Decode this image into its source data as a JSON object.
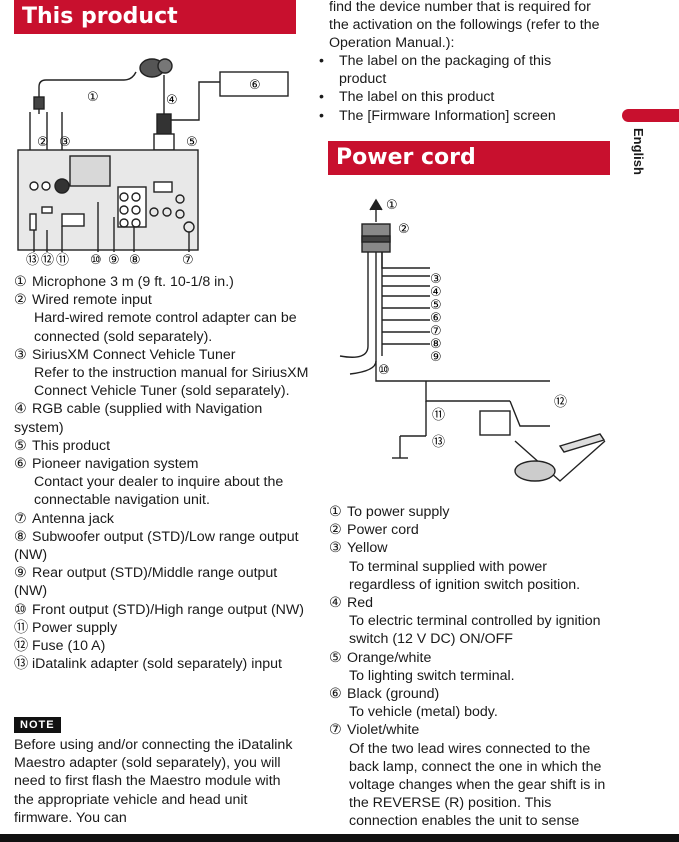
{
  "left_section": {
    "title": "This product",
    "figure_labels": [
      "①",
      "②",
      "③",
      "④",
      "⑤",
      "⑥",
      "⑦",
      "⑧",
      "⑨",
      "⑩",
      "⑪",
      "⑫",
      "⑬"
    ],
    "items": [
      {
        "num": "①",
        "text": "Microphone 3 m (9 ft. 10-1/8 in.)"
      },
      {
        "num": "②",
        "text": "Wired remote input",
        "desc": "Hard-wired remote control adapter can be connected (sold separately)."
      },
      {
        "num": "③",
        "text": "SiriusXM Connect Vehicle Tuner",
        "desc": "Refer to the instruction manual for SiriusXM Connect Vehicle Tuner (sold separately)."
      },
      {
        "num": "④",
        "text": "RGB cable (supplied with Navigation system)"
      },
      {
        "num": "⑤",
        "text": "This product"
      },
      {
        "num": "⑥",
        "text": "Pioneer navigation system",
        "desc": "Contact your dealer to inquire about the connectable navigation unit."
      },
      {
        "num": "⑦",
        "text": "Antenna jack"
      },
      {
        "num": "⑧",
        "text": "Subwoofer output (STD)/Low range output (NW)"
      },
      {
        "num": "⑨",
        "text": "Rear output (STD)/Middle range output (NW)"
      },
      {
        "num": "⑩",
        "text": "Front output (STD)/High range output (NW)"
      },
      {
        "num": "⑪",
        "text": "Power supply"
      },
      {
        "num": "⑫",
        "text": "Fuse (10 A)"
      },
      {
        "num": "⑬",
        "text": "iDatalink adapter (sold separately) input"
      }
    ],
    "note_label": "NOTE",
    "note_text": "Before using and/or connecting the iDatalink Maestro adapter (sold separately), you will need to first flash the Maestro module with the appropriate vehicle and head unit firmware. You can"
  },
  "right_section": {
    "intro": "find the device number that is required for the activation on the followings (refer to the Operation Manual.):",
    "bullets": [
      "The label on the packaging of this product",
      "The label on this product",
      "The [Firmware Information] screen"
    ],
    "title": "Power cord",
    "figure_labels": [
      "①",
      "②",
      "③",
      "④",
      "⑤",
      "⑥",
      "⑦",
      "⑧",
      "⑨",
      "⑩",
      "⑪",
      "⑫",
      "⑬"
    ],
    "items": [
      {
        "num": "①",
        "text": "To power supply"
      },
      {
        "num": "②",
        "text": "Power cord"
      },
      {
        "num": "③",
        "text": "Yellow",
        "desc": "To terminal supplied with power regardless of ignition switch position."
      },
      {
        "num": "④",
        "text": "Red",
        "desc": "To electric terminal controlled by ignition switch (12 V DC) ON/OFF"
      },
      {
        "num": "⑤",
        "text": "Orange/white",
        "desc": "To lighting switch terminal."
      },
      {
        "num": "⑥",
        "text": "Black (ground)",
        "desc": "To vehicle (metal) body."
      },
      {
        "num": "⑦",
        "text": "Violet/white",
        "desc": "Of the two lead wires connected to the back lamp, connect the one in which the voltage changes when the gear shift is in the REVERSE (R) position. This connection enables the unit to sense"
      }
    ]
  },
  "side_tab": {
    "label": "English",
    "color": "#c8102e"
  },
  "accent_color": "#c8102e"
}
